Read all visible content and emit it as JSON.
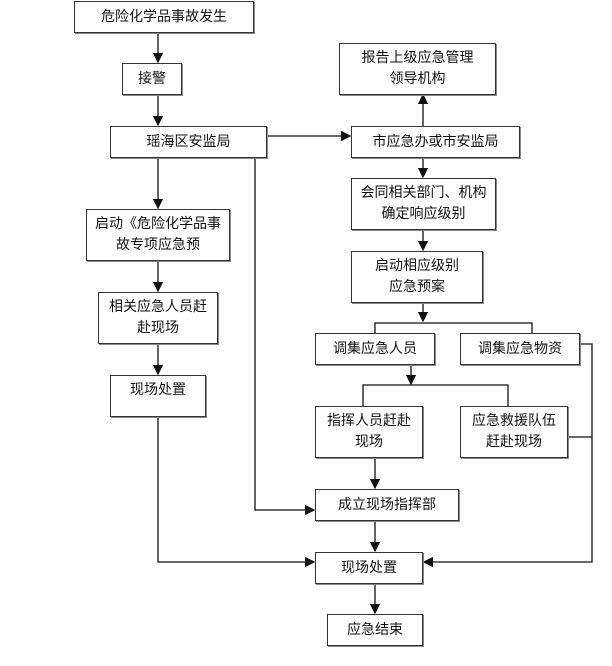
{
  "nodes": {
    "incident": "危险化学品事故发生",
    "alarm": "接警",
    "district": "瑶海区安监局",
    "report": "报告上级应急管理领导机构",
    "city": "市应急办或市安监局",
    "level": "会同相关部门、机构确定响应级别",
    "plan": "启动相应级别应急预案",
    "special_plan": "启动《危险化学品事故专项应急预",
    "staff_go": "相关应急人员赶赴现场",
    "disposal_left": "现场处置",
    "gather_staff": "调集应急人员",
    "gather_supplies": "调集应急物资",
    "commanders": "指挥人员赶赴现场",
    "rescue_team": "应急救援队伍赶赴现场",
    "command_post": "成立现场指挥部",
    "disposal": "现场处置",
    "end": "应急结束"
  }
}
